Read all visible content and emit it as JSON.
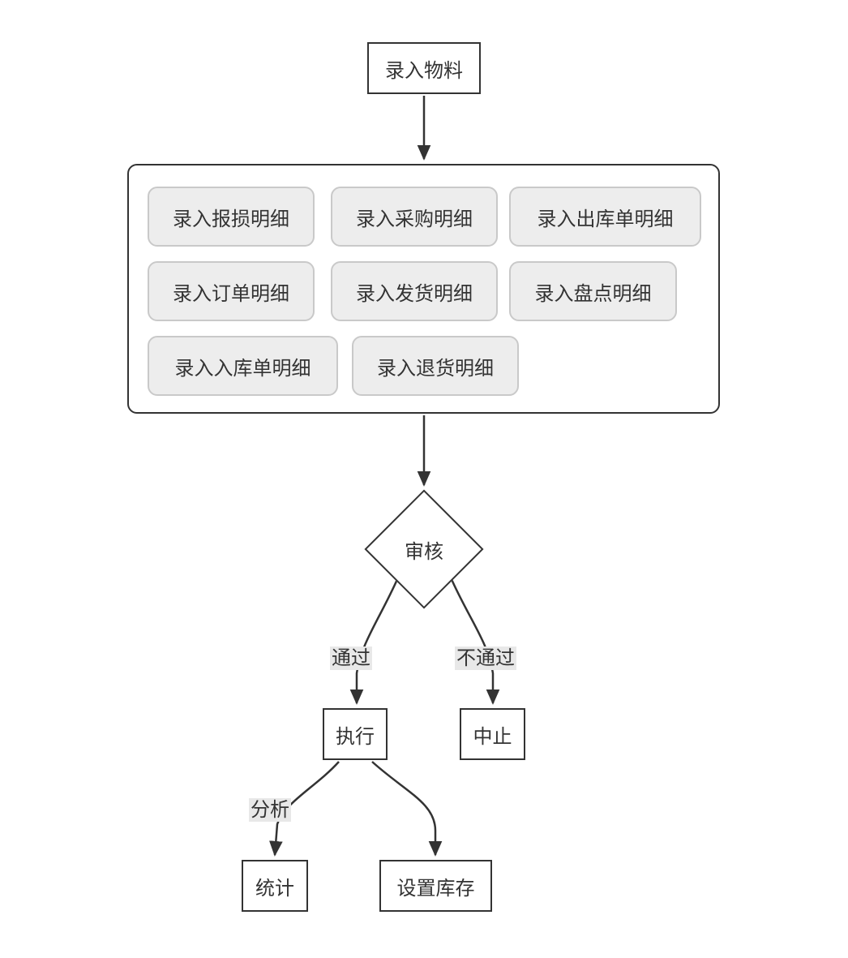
{
  "diagram": {
    "nodes": {
      "start": {
        "label": "录入物料"
      },
      "review": {
        "label": "审核"
      },
      "execute": {
        "label": "执行"
      },
      "abort": {
        "label": "中止"
      },
      "stats": {
        "label": "统计"
      },
      "set_inventory": {
        "label": "设置库存"
      }
    },
    "subgraph": {
      "items": [
        {
          "label": "录入报损明细"
        },
        {
          "label": "录入采购明细"
        },
        {
          "label": "录入出库单明细"
        },
        {
          "label": "录入订单明细"
        },
        {
          "label": "录入发货明细"
        },
        {
          "label": "录入盘点明细"
        },
        {
          "label": "录入入库单明细"
        },
        {
          "label": "录入退货明细"
        }
      ]
    },
    "edge_labels": {
      "pass": "通过",
      "fail": "不通过",
      "analyze": "分析"
    },
    "colors": {
      "stroke": "#333333",
      "text": "#333333",
      "node_fill": "#ffffff",
      "item_fill": "#ededed",
      "item_border": "#c9c9c9",
      "edge_label_bg": "#e8e8e8"
    }
  }
}
